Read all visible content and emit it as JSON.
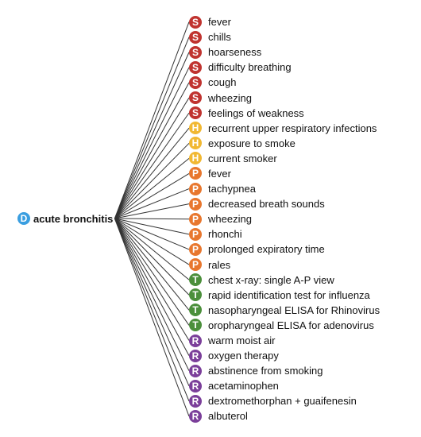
{
  "colors": {
    "D": "#3a9ee0",
    "S": "#c0332f",
    "H": "#f1b832",
    "P": "#e8772e",
    "T": "#4b8f3b",
    "R": "#7b3f9a",
    "line": "#333333"
  },
  "root": {
    "letter": "D",
    "label": "acute bronchitis"
  },
  "leaves": [
    {
      "letter": "S",
      "label": "fever"
    },
    {
      "letter": "S",
      "label": "chills"
    },
    {
      "letter": "S",
      "label": "hoarseness"
    },
    {
      "letter": "S",
      "label": "difficulty breathing"
    },
    {
      "letter": "S",
      "label": "cough"
    },
    {
      "letter": "S",
      "label": "wheezing"
    },
    {
      "letter": "S",
      "label": "feelings of weakness"
    },
    {
      "letter": "H",
      "label": "recurrent upper respiratory infections"
    },
    {
      "letter": "H",
      "label": "exposure to smoke"
    },
    {
      "letter": "H",
      "label": "current smoker"
    },
    {
      "letter": "P",
      "label": "fever"
    },
    {
      "letter": "P",
      "label": "tachypnea"
    },
    {
      "letter": "P",
      "label": "decreased breath sounds"
    },
    {
      "letter": "P",
      "label": "wheezing"
    },
    {
      "letter": "P",
      "label": "rhonchi"
    },
    {
      "letter": "P",
      "label": "prolonged expiratory time"
    },
    {
      "letter": "P",
      "label": "rales"
    },
    {
      "letter": "T",
      "label": "chest x-ray: single A-P view"
    },
    {
      "letter": "T",
      "label": "rapid identification test for influenza"
    },
    {
      "letter": "T",
      "label": "nasopharyngeal ELISA for Rhinovirus"
    },
    {
      "letter": "T",
      "label": "oropharyngeal ELISA for adenovirus"
    },
    {
      "letter": "R",
      "label": "warm moist air"
    },
    {
      "letter": "R",
      "label": "oxygen therapy"
    },
    {
      "letter": "R",
      "label": "abstinence from smoking"
    },
    {
      "letter": "R",
      "label": "acetaminophen"
    },
    {
      "letter": "R",
      "label": "dextromethorphan + guaifenesin"
    },
    {
      "letter": "R",
      "label": "albuterol"
    }
  ]
}
